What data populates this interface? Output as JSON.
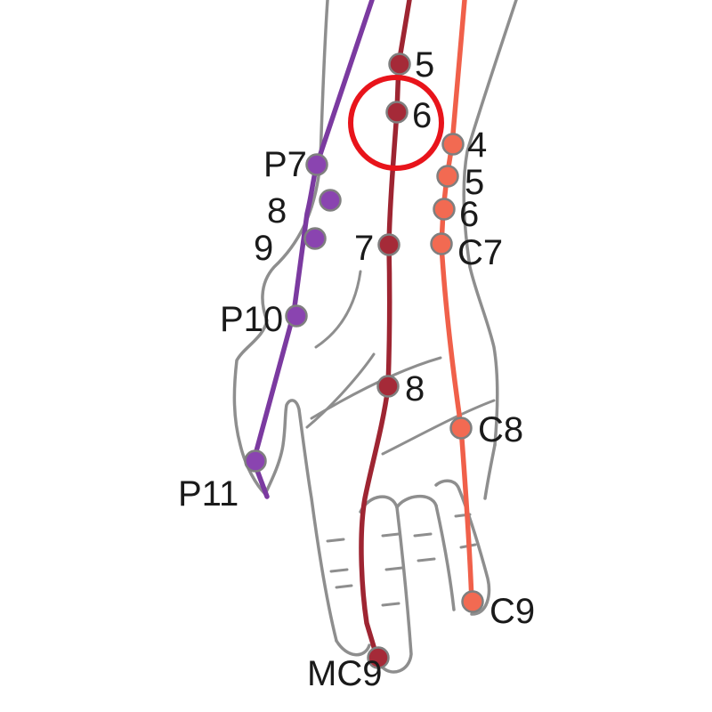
{
  "colors": {
    "pericardium": "#7b3aa0",
    "pericardium_point": "#8a44b0",
    "heart_governor": "#9e2532",
    "heart_governor_point": "#a52a38",
    "heart": "#f0604a",
    "heart_point": "#f26a52",
    "outline": "#8e8e8e",
    "highlight": "#e8141b"
  },
  "points": {
    "p7": {
      "label": "P7",
      "meridian": "pericardium"
    },
    "p8": {
      "label": "8",
      "meridian": "pericardium"
    },
    "p9": {
      "label": "9",
      "meridian": "pericardium"
    },
    "p10": {
      "label": "P10",
      "meridian": "pericardium"
    },
    "p11": {
      "label": "P11",
      "meridian": "pericardium"
    },
    "mc5": {
      "label": "5",
      "meridian": "heart_governor"
    },
    "mc6": {
      "label": "6",
      "meridian": "heart_governor",
      "highlighted": true
    },
    "mc7": {
      "label": "7",
      "meridian": "heart_governor"
    },
    "mc8": {
      "label": "8",
      "meridian": "heart_governor"
    },
    "mc9": {
      "label": "MC9",
      "meridian": "heart_governor"
    },
    "c4": {
      "label": "4",
      "meridian": "heart"
    },
    "c5": {
      "label": "5",
      "meridian": "heart"
    },
    "c6": {
      "label": "6",
      "meridian": "heart"
    },
    "c7": {
      "label": "C7",
      "meridian": "heart"
    },
    "c8": {
      "label": "C8",
      "meridian": "heart"
    },
    "c9": {
      "label": "C9",
      "meridian": "heart"
    }
  }
}
